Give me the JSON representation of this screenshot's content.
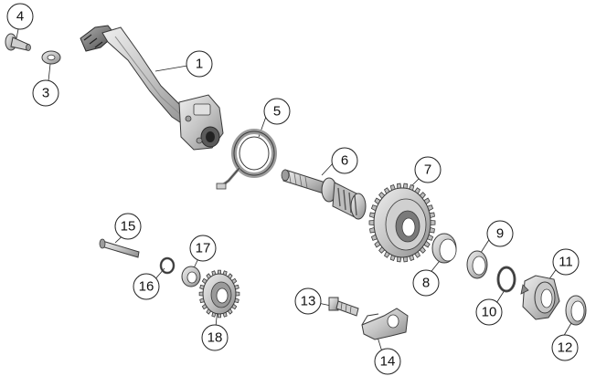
{
  "diagram": {
    "colors": {
      "part_stroke": "#3a3a3a",
      "part_fill": "#d6d6d6",
      "part_shade": "#9c9c9c",
      "part_dark": "#5a5a5a",
      "leader": "#222222",
      "bubble_fill": "#ffffff",
      "bubble_stroke": "#222222"
    },
    "callouts": [
      {
        "id": "1",
        "label": "1"
      },
      {
        "id": "2",
        "label": "3"
      },
      {
        "id": "3",
        "label": "4"
      },
      {
        "id": "4",
        "label": "5"
      },
      {
        "id": "5",
        "label": "6"
      },
      {
        "id": "6",
        "label": "7"
      },
      {
        "id": "7",
        "label": "8"
      },
      {
        "id": "8",
        "label": "9"
      },
      {
        "id": "9",
        "label": "10"
      },
      {
        "id": "10",
        "label": "11"
      },
      {
        "id": "11",
        "label": "12"
      },
      {
        "id": "12",
        "label": "13"
      },
      {
        "id": "13",
        "label": "14"
      },
      {
        "id": "14",
        "label": "15"
      },
      {
        "id": "15",
        "label": "16"
      },
      {
        "id": "16",
        "label": "17"
      },
      {
        "id": "17",
        "label": "18"
      }
    ]
  }
}
